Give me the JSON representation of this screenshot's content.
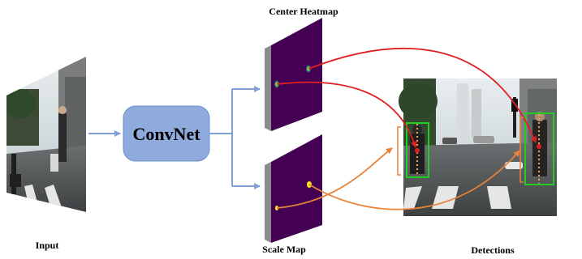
{
  "labels": {
    "input": "Input",
    "convnet": "ConvNet",
    "center_heatmap": "Center Heatmap",
    "scale_map": "Scale Map",
    "detections": "Detections"
  },
  "colors": {
    "convnet_fill": "#8faadc",
    "convnet_stroke": "#6f8fc8",
    "flow_arrow": "#7f9fd8",
    "heatmap_bg": "#440154",
    "map_side": "#8c8c8c",
    "center_arrow": "#e02020",
    "scale_arrow": "#e8823a",
    "box_green": "#22cc22"
  }
}
